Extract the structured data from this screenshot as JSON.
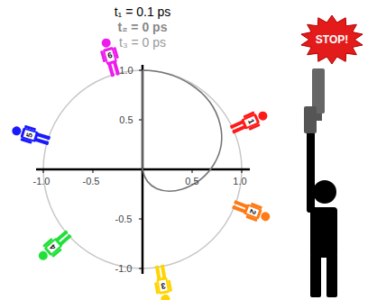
{
  "diagram": {
    "nodes": [
      {
        "text": [
          "STOP!"
        ]
      }
    ],
    "labels": [
      "t₁ = 0.1 ps",
      "t₂ = 0 ps",
      "t₃ = 0 ps",
      "1.0",
      "0.5",
      "-0.5",
      "-1.0",
      "-1.0",
      "-0.5",
      "0.5",
      "1.0",
      "1",
      "2",
      "3",
      "4",
      "5",
      "6"
    ]
  }
}
